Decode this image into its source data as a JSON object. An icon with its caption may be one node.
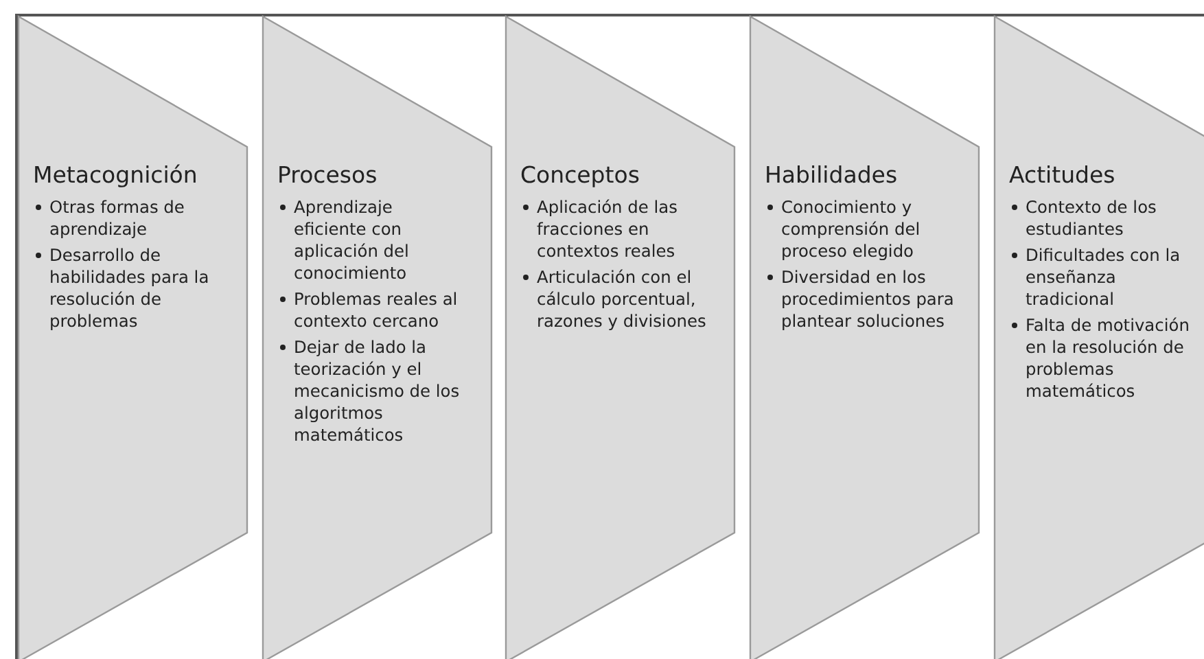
{
  "diagram": {
    "nodes": [
      {
        "text": [
          "Metacognición",
          "Otras formas de aprendizaje",
          "Desarrollo de habilidades para la resolución de problemas"
        ]
      },
      {
        "text": [
          "Procesos",
          "Aprendizaje eficiente con aplicación del conocimiento",
          "Problemas reales al contexto cercano",
          "Dejar de lado la teorización y el mecanicismo de los algoritmos matemáticos"
        ]
      },
      {
        "text": [
          "Conceptos",
          "Aplicación de las fracciones en contextos reales",
          "Articulación con el cálculo porcentual, razones y divisiones"
        ]
      },
      {
        "text": [
          "Habilidades",
          "Conocimiento y comprensión del proceso elegido",
          "Diversidad en los procedimientos para plantear soluciones"
        ]
      },
      {
        "text": [
          "Actitudes",
          "Contexto de los estudiantes",
          "Dificultades con la enseñanza tradicional",
          "Falta de motivación en la resolución de problemas matemáticos"
        ]
      }
    ]
  }
}
